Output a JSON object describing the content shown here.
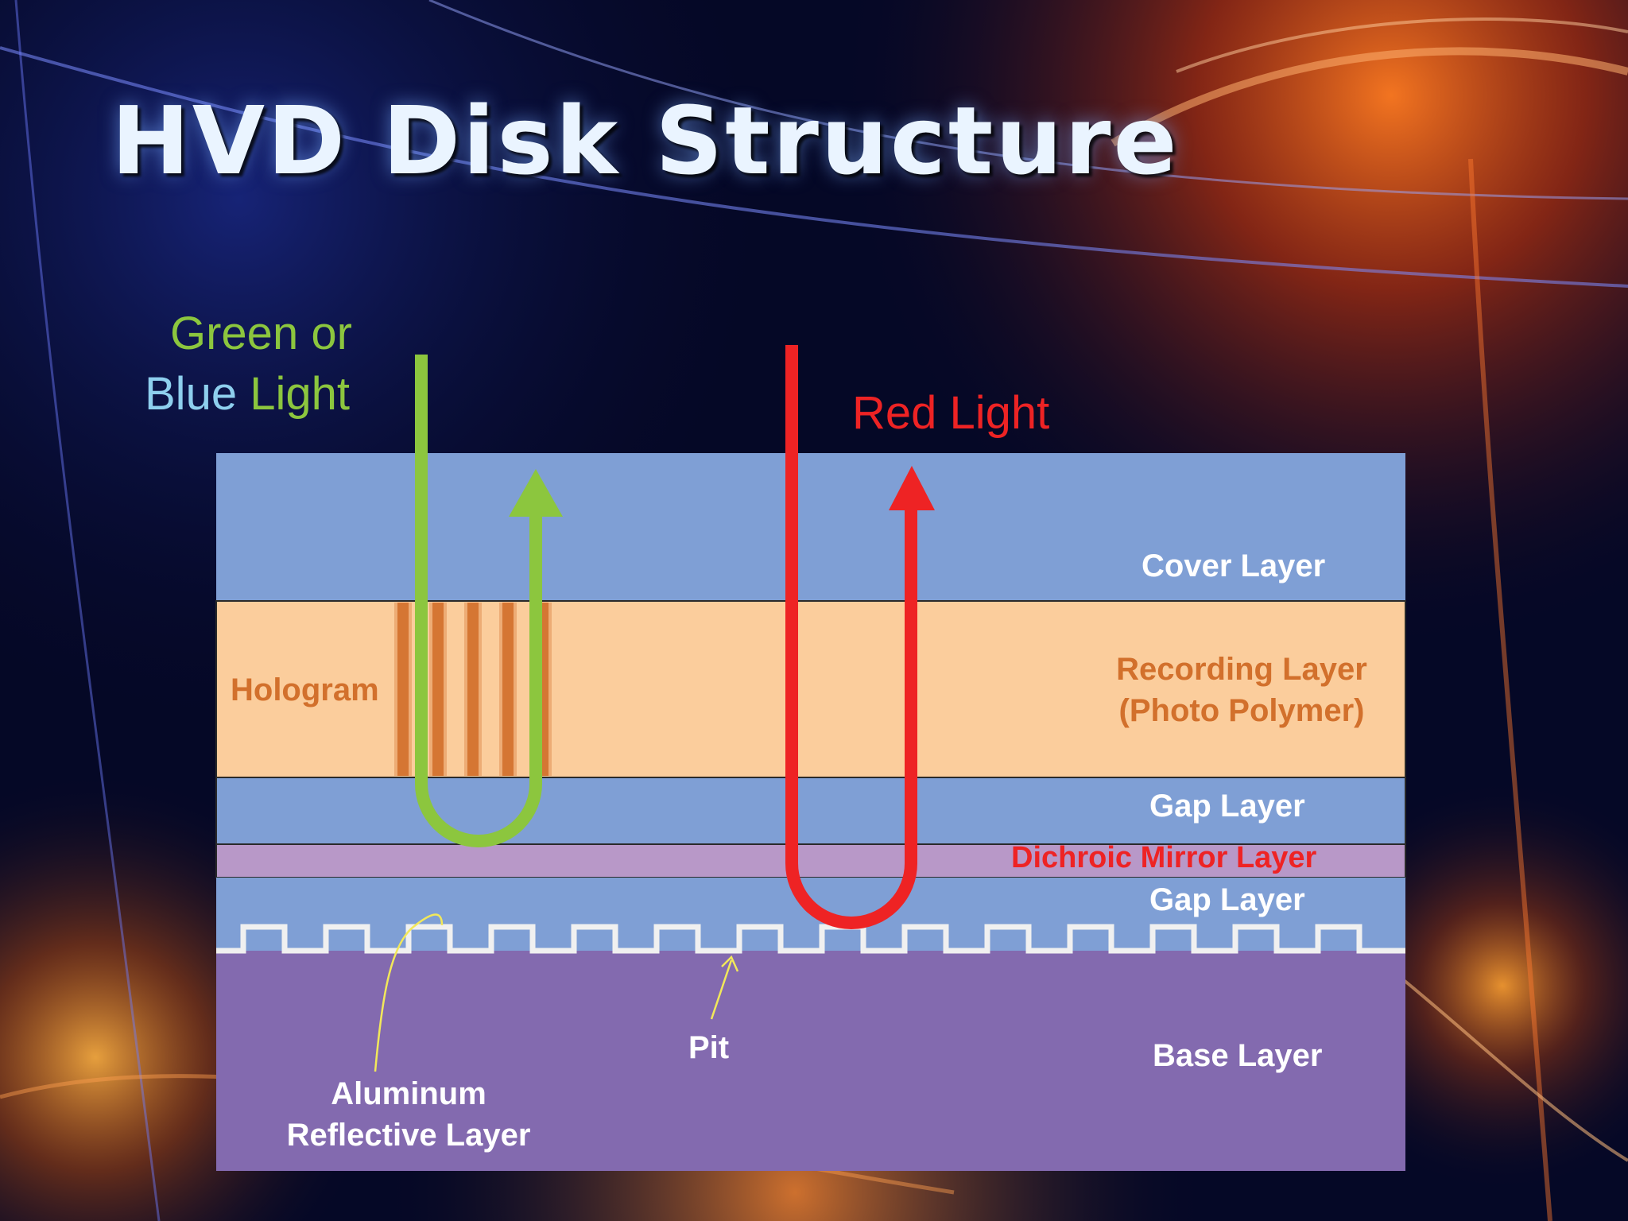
{
  "title": "HVD Disk Structure",
  "labels": {
    "green_line1": "Green or",
    "green_line2_blue": "Blue",
    "green_line2_light": "Light",
    "red_light": "Red Light",
    "cover_layer": "Cover Layer",
    "recording_line1": "Recording Layer",
    "recording_line2": "(Photo Polymer)",
    "hologram": "Hologram",
    "gap_layer_top": "Gap Layer",
    "dichroic": "Dichroic Mirror Layer",
    "gap_layer_bottom": "Gap Layer",
    "pit": "Pit",
    "base_layer": "Base Layer",
    "aluminum_line1": "Aluminum",
    "aluminum_line2": "Reflective Layer"
  },
  "colors": {
    "cover": "#7f9fd5",
    "recording": "#fbcd9c",
    "gap": "#7f9fd5",
    "dichroic": "#b898c8",
    "base": "#836aaf",
    "green_beam": "#8cc63e",
    "red_beam": "#ee2324",
    "hologram_fringe": "#d2702c",
    "pointer": "#f2e85a"
  }
}
